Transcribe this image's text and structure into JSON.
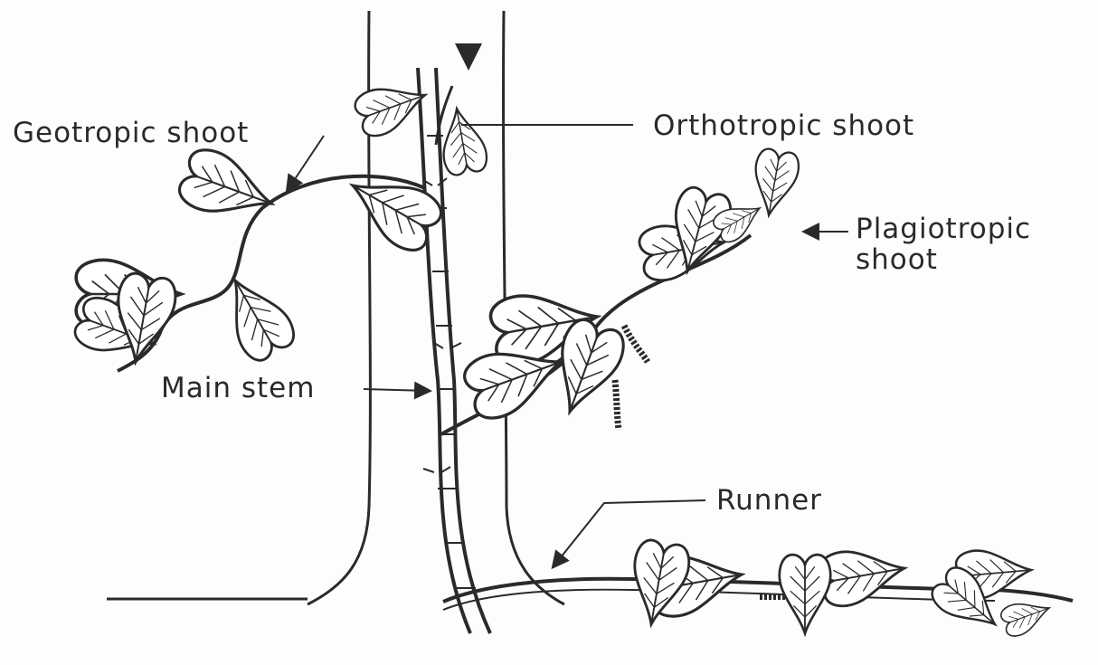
{
  "labels": {
    "geotropic": "Geotropic shoot",
    "orthotropic": "Orthotropic shoot",
    "plagiotropic_line1": "Plagiotropic",
    "plagiotropic_line2": "shoot",
    "main_stem": "Main stem",
    "runner": "Runner"
  },
  "colors": {
    "ink": "#2a2a2a",
    "paper": "#fdfdfd"
  }
}
